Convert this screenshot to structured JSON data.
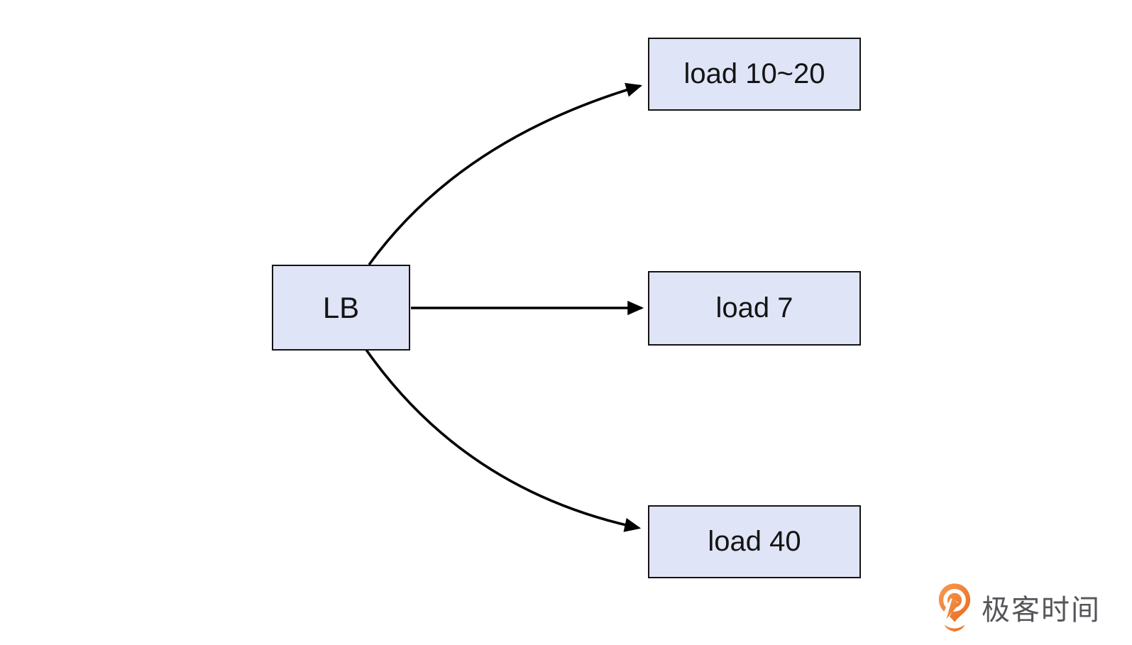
{
  "canvas": {
    "background": "#ffffff"
  },
  "nodes": {
    "lb": {
      "label": "LB"
    },
    "server_top": {
      "label": "load 10~20"
    },
    "server_mid": {
      "label": "load 7"
    },
    "server_bottom": {
      "label": "load 40"
    }
  },
  "edges": [
    {
      "from": "LB",
      "to": "load 10~20",
      "shape": "curved-up",
      "arrowhead": "filled-triangle"
    },
    {
      "from": "LB",
      "to": "load 7",
      "shape": "straight",
      "arrowhead": "filled-triangle"
    },
    {
      "from": "LB",
      "to": "load 40",
      "shape": "curved-down",
      "arrowhead": "filled-triangle"
    }
  ],
  "colors": {
    "canvas_bg": "#ffffff",
    "node_fill": "#dfe4f6",
    "node_border": "#141414",
    "arrow": "#000000",
    "logo_orange_light": "#f59d55",
    "logo_orange_dark": "#ec671c",
    "logo_text_color": "#55565a"
  },
  "branding": {
    "logo_text": "极客时间",
    "logo_icon": "geektime-pin-icon"
  }
}
